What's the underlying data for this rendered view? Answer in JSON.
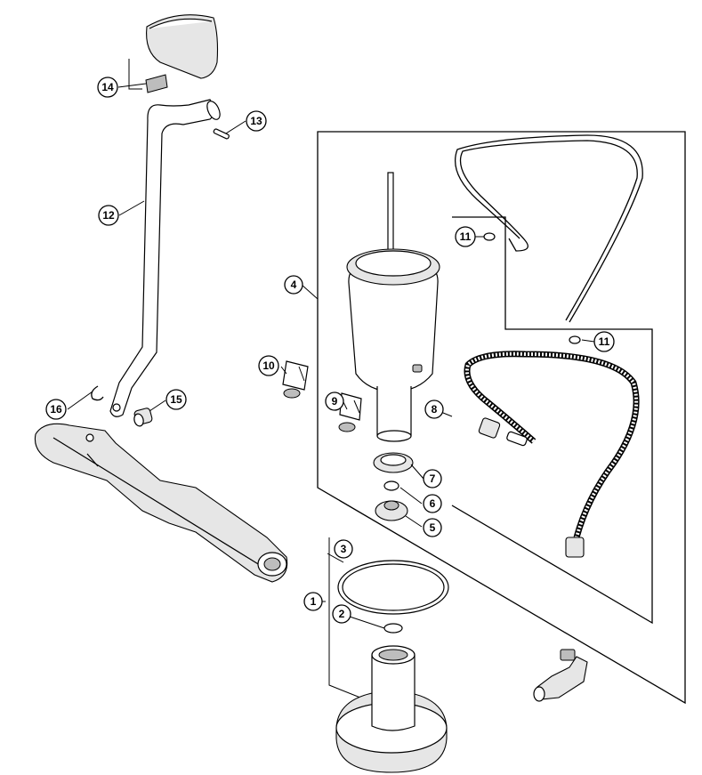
{
  "diagram": {
    "callouts": [
      "1",
      "2",
      "3",
      "4",
      "5",
      "6",
      "7",
      "8",
      "9",
      "10",
      "11",
      "11",
      "12",
      "13",
      "14",
      "15",
      "16"
    ]
  }
}
